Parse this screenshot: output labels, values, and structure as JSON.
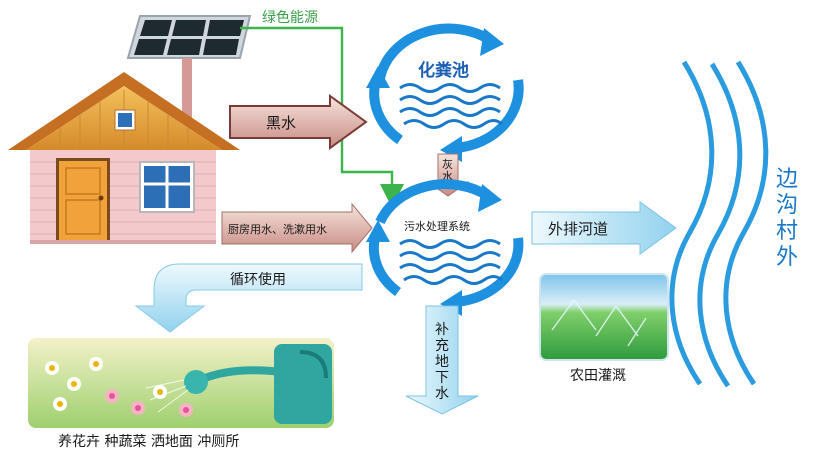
{
  "labels": {
    "green_energy": "绿色能源",
    "black_water": "黑水",
    "septic_tank": "化粪池",
    "grey_water": "灰水",
    "kitchen_wash_water": "厨房用水、洗漱用水",
    "sewage_system": "污水处理系统",
    "discharge_river": "外排河道",
    "recycle_use": "循环使用",
    "groundwater_recharge": "补充地下水",
    "farm_irrigation": "农田灌溉",
    "reuse_purposes": "养花卉 种蔬菜 洒地面 冲厕所",
    "village_ditch": "边沟村外"
  },
  "colors": {
    "blue_arrow": "#1e90e0",
    "wave_blue": "#1a78c8",
    "green_line": "#3cb44b",
    "green_text": "#3aa046",
    "brown_arrow": "#c89088",
    "light_blue_arrow": "#a8dcf0",
    "house_wall": "#f3c9cc",
    "roof": "#e6a23c",
    "river_blue": "#2b9be0",
    "text_dark": "#1a1a1a"
  }
}
